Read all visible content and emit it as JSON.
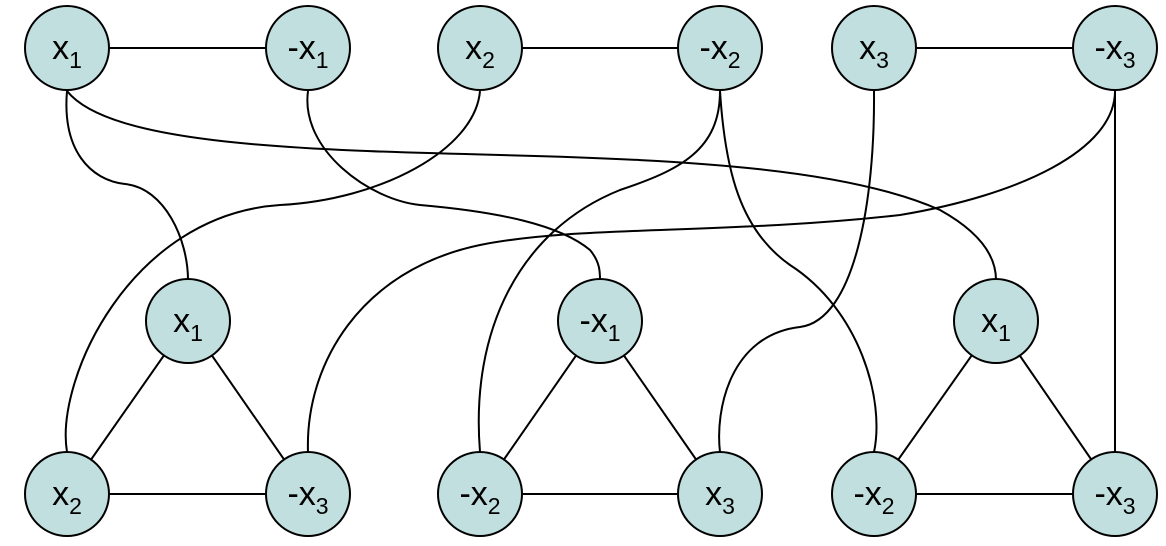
{
  "colors": {
    "node_fill": "#c2dfdf",
    "stroke": "#000000",
    "background": "#ffffff"
  },
  "nodes": {
    "t1": {
      "label": "x",
      "sub": "1"
    },
    "t2": {
      "label": "-x",
      "sub": "1"
    },
    "t3": {
      "label": "x",
      "sub": "2"
    },
    "t4": {
      "label": "-x",
      "sub": "2"
    },
    "t5": {
      "label": "x",
      "sub": "3"
    },
    "t6": {
      "label": "-x",
      "sub": "3"
    },
    "a_top": {
      "label": "x",
      "sub": "1"
    },
    "a_left": {
      "label": "x",
      "sub": "2"
    },
    "a_right": {
      "label": "-x",
      "sub": "3"
    },
    "b_top": {
      "label": "-x",
      "sub": "1"
    },
    "b_left": {
      "label": "-x",
      "sub": "2"
    },
    "b_right": {
      "label": "x",
      "sub": "3"
    },
    "c_top": {
      "label": "x",
      "sub": "1"
    },
    "c_left": {
      "label": "-x",
      "sub": "2"
    },
    "c_right": {
      "label": "-x",
      "sub": "3"
    }
  },
  "edges": [
    {
      "from": "t1",
      "to": "t2"
    },
    {
      "from": "t3",
      "to": "t4"
    },
    {
      "from": "t5",
      "to": "t6"
    },
    {
      "from": "a_top",
      "to": "a_left"
    },
    {
      "from": "a_top",
      "to": "a_right"
    },
    {
      "from": "a_left",
      "to": "a_right"
    },
    {
      "from": "b_top",
      "to": "b_left"
    },
    {
      "from": "b_top",
      "to": "b_right"
    },
    {
      "from": "b_left",
      "to": "b_right"
    },
    {
      "from": "c_top",
      "to": "c_left"
    },
    {
      "from": "c_top",
      "to": "c_right"
    },
    {
      "from": "c_left",
      "to": "c_right"
    },
    {
      "from": "t1",
      "to": "a_top"
    },
    {
      "from": "t1",
      "to": "c_top"
    },
    {
      "from": "t2",
      "to": "b_top"
    },
    {
      "from": "t3",
      "to": "a_left"
    },
    {
      "from": "t4",
      "to": "b_left"
    },
    {
      "from": "t4",
      "to": "c_left"
    },
    {
      "from": "t5",
      "to": "b_right"
    },
    {
      "from": "t6",
      "to": "a_right"
    },
    {
      "from": "t6",
      "to": "c_right"
    }
  ]
}
